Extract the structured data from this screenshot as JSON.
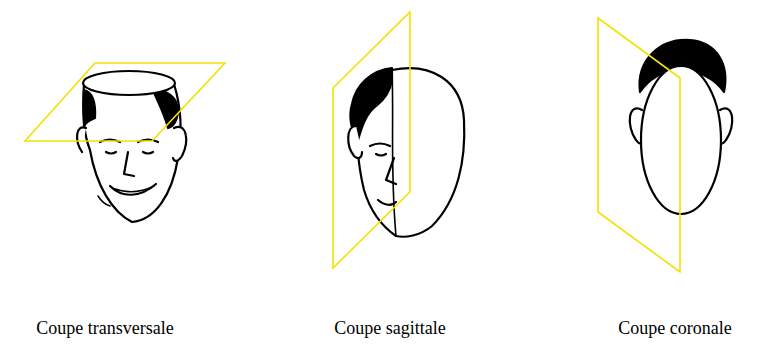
{
  "diagram": {
    "labels": [
      "Coupe transversale",
      "Coupe sagittale",
      "Coupe coronale"
    ]
  }
}
